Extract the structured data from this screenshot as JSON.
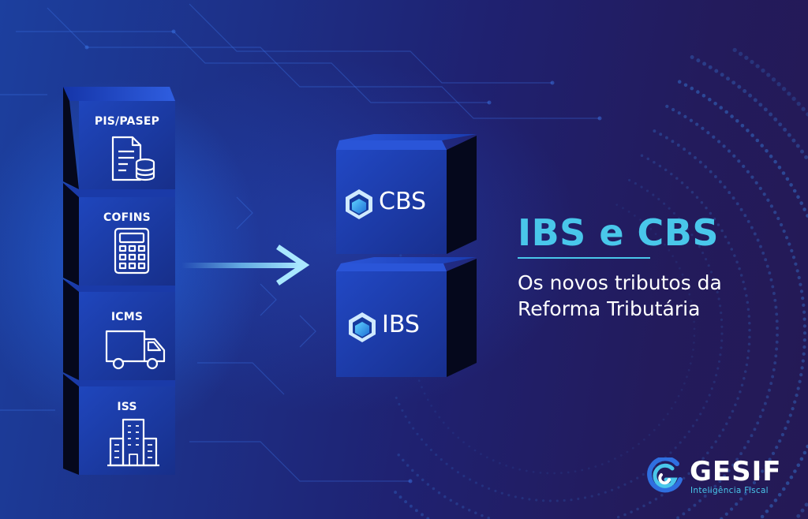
{
  "stack": [
    {
      "label": "PIS/PASEP",
      "icon": "document-database-icon"
    },
    {
      "label": "COFINS",
      "icon": "calculator-icon"
    },
    {
      "label": "ICMS",
      "icon": "truck-icon"
    },
    {
      "label": "ISS",
      "icon": "buildings-icon"
    }
  ],
  "targets": [
    {
      "label": "CBS",
      "icon": "cube-icon"
    },
    {
      "label": "IBS",
      "icon": "cube-icon"
    }
  ],
  "headline": "IBS e CBS",
  "subline": [
    "Os novos tributos da",
    "Reforma Tributária"
  ],
  "brand": {
    "name": "GESIF",
    "tagline": "Inteligência Fiscal"
  },
  "colors": {
    "accent": "#49c7ea",
    "cube_front": "#1d3fb0",
    "cube_side": "#05081c",
    "text": "#ffffff"
  }
}
